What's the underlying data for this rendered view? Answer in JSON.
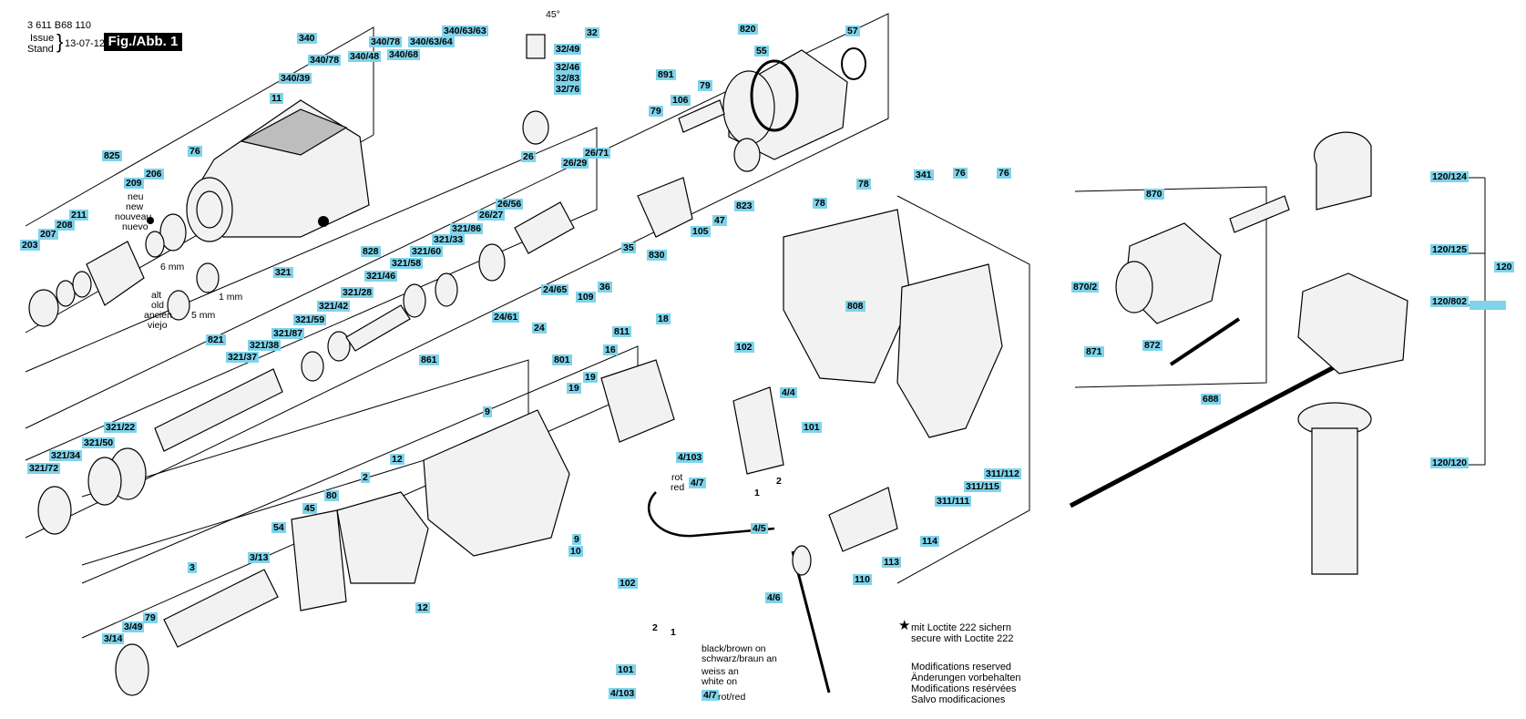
{
  "header": {
    "part_number": "3 611 B68 110",
    "issue_label": "Issue",
    "stand_label": "Stand",
    "date": "13-07-12",
    "figure": "Fig./Abb. 1"
  },
  "labels": {
    "l340": "340",
    "l340_78a": "340/78",
    "l340_39": "340/39",
    "l340_78b": "340/78",
    "l340_48": "340/48",
    "l340_63_64": "340/63/64",
    "l340_68": "340/68",
    "l340_63_63": "340/63/63",
    "l11": "11",
    "l76a": "76",
    "l825": "825",
    "l209": "209",
    "l206": "206",
    "l211": "211",
    "l208": "208",
    "l207": "207",
    "l203": "203",
    "l32": "32",
    "l32_49": "32/49",
    "l32_46": "32/46",
    "l32_83": "32/83",
    "l32_76": "32/76",
    "l820": "820",
    "l55": "55",
    "l57": "57",
    "l891": "891",
    "l79a": "79",
    "l106": "106",
    "l79b": "79",
    "l26": "26",
    "l26_71": "26/71",
    "l26_29": "26/29",
    "l26_56": "26/56",
    "l26_27": "26/27",
    "l35": "35",
    "l830": "830",
    "l105": "105",
    "l47": "47",
    "l823": "823",
    "l828": "828",
    "l321_86": "321/86",
    "l321_33": "321/33",
    "l321_60": "321/60",
    "l321_58": "321/58",
    "l321_46": "321/46",
    "l321_28": "321/28",
    "l321_42": "321/42",
    "l321_59": "321/59",
    "l321_87": "321/87",
    "l321_38": "321/38",
    "l321_37": "321/37",
    "l321": "321",
    "l821": "821",
    "l321_22": "321/22",
    "l321_50": "321/50",
    "l321_34": "321/34",
    "l321_72": "321/72",
    "l24_65": "24/65",
    "l24_61": "24/61",
    "l24": "24",
    "l109": "109",
    "l36": "36",
    "l861": "861",
    "l811": "811",
    "l18": "18",
    "l16": "16",
    "l801": "801",
    "l19a": "19",
    "l19b": "19",
    "l102a": "102",
    "l4_4": "4/4",
    "l101a": "101",
    "l4_103a": "4/103",
    "l4_7a": "4/7",
    "l4_5": "4/5",
    "l4_6": "4/6",
    "l9a": "9",
    "l9b": "9",
    "l10": "10",
    "l12a": "12",
    "l12b": "12",
    "l2": "2",
    "l80": "80",
    "l45": "45",
    "l54": "54",
    "l3": "3",
    "l3_13": "3/13",
    "l3_49": "3/49",
    "l79c": "79",
    "l3_14": "3/14",
    "l341": "341",
    "l76b": "76",
    "l76c": "76",
    "l78a": "78",
    "l78b": "78",
    "l808": "808",
    "l311_112": "311/112",
    "l311_115": "311/115",
    "l311_111": "311/111",
    "l113": "113",
    "l114": "114",
    "l110": "110",
    "l870": "870",
    "l870_2": "870/2",
    "l871": "871",
    "l872": "872",
    "l688": "688",
    "l120_124": "120/124",
    "l120_125": "120/125",
    "l120": "120",
    "l120_802": "120/802",
    "l120_120": "120/120",
    "l102b": "102",
    "l101b": "101",
    "l4_103b": "4/103",
    "l4_7b": "4/7"
  },
  "text": {
    "deg45": "45°",
    "neu": "neu",
    "new": "new",
    "nouveau": "nouveau",
    "nuevo": "nuevo",
    "alt": "alt",
    "old": "old",
    "ancien": "ancien",
    "viejo": "viejo",
    "mm6": "6 mm",
    "mm5": "5 mm",
    "mm1": "1 mm",
    "rot": "rot",
    "red": "red",
    "n1": "1",
    "n2": "2",
    "n1b": "1",
    "n2b": "2",
    "black_brown": "black/brown on",
    "schwarz_braun": "schwarz/braun an",
    "weiss": "weiss an",
    "white": "white on",
    "rotred": "rot/red"
  },
  "notes": {
    "loctite_de": "mit Loctite 222 sichern",
    "loctite_en": "secure with Loctite 222",
    "mod_en": "Modifications reserved",
    "mod_de": "Änderungen vorbehalten",
    "mod_fr": "Modifications resérvées",
    "mod_es": "Salvo modificaciones"
  }
}
